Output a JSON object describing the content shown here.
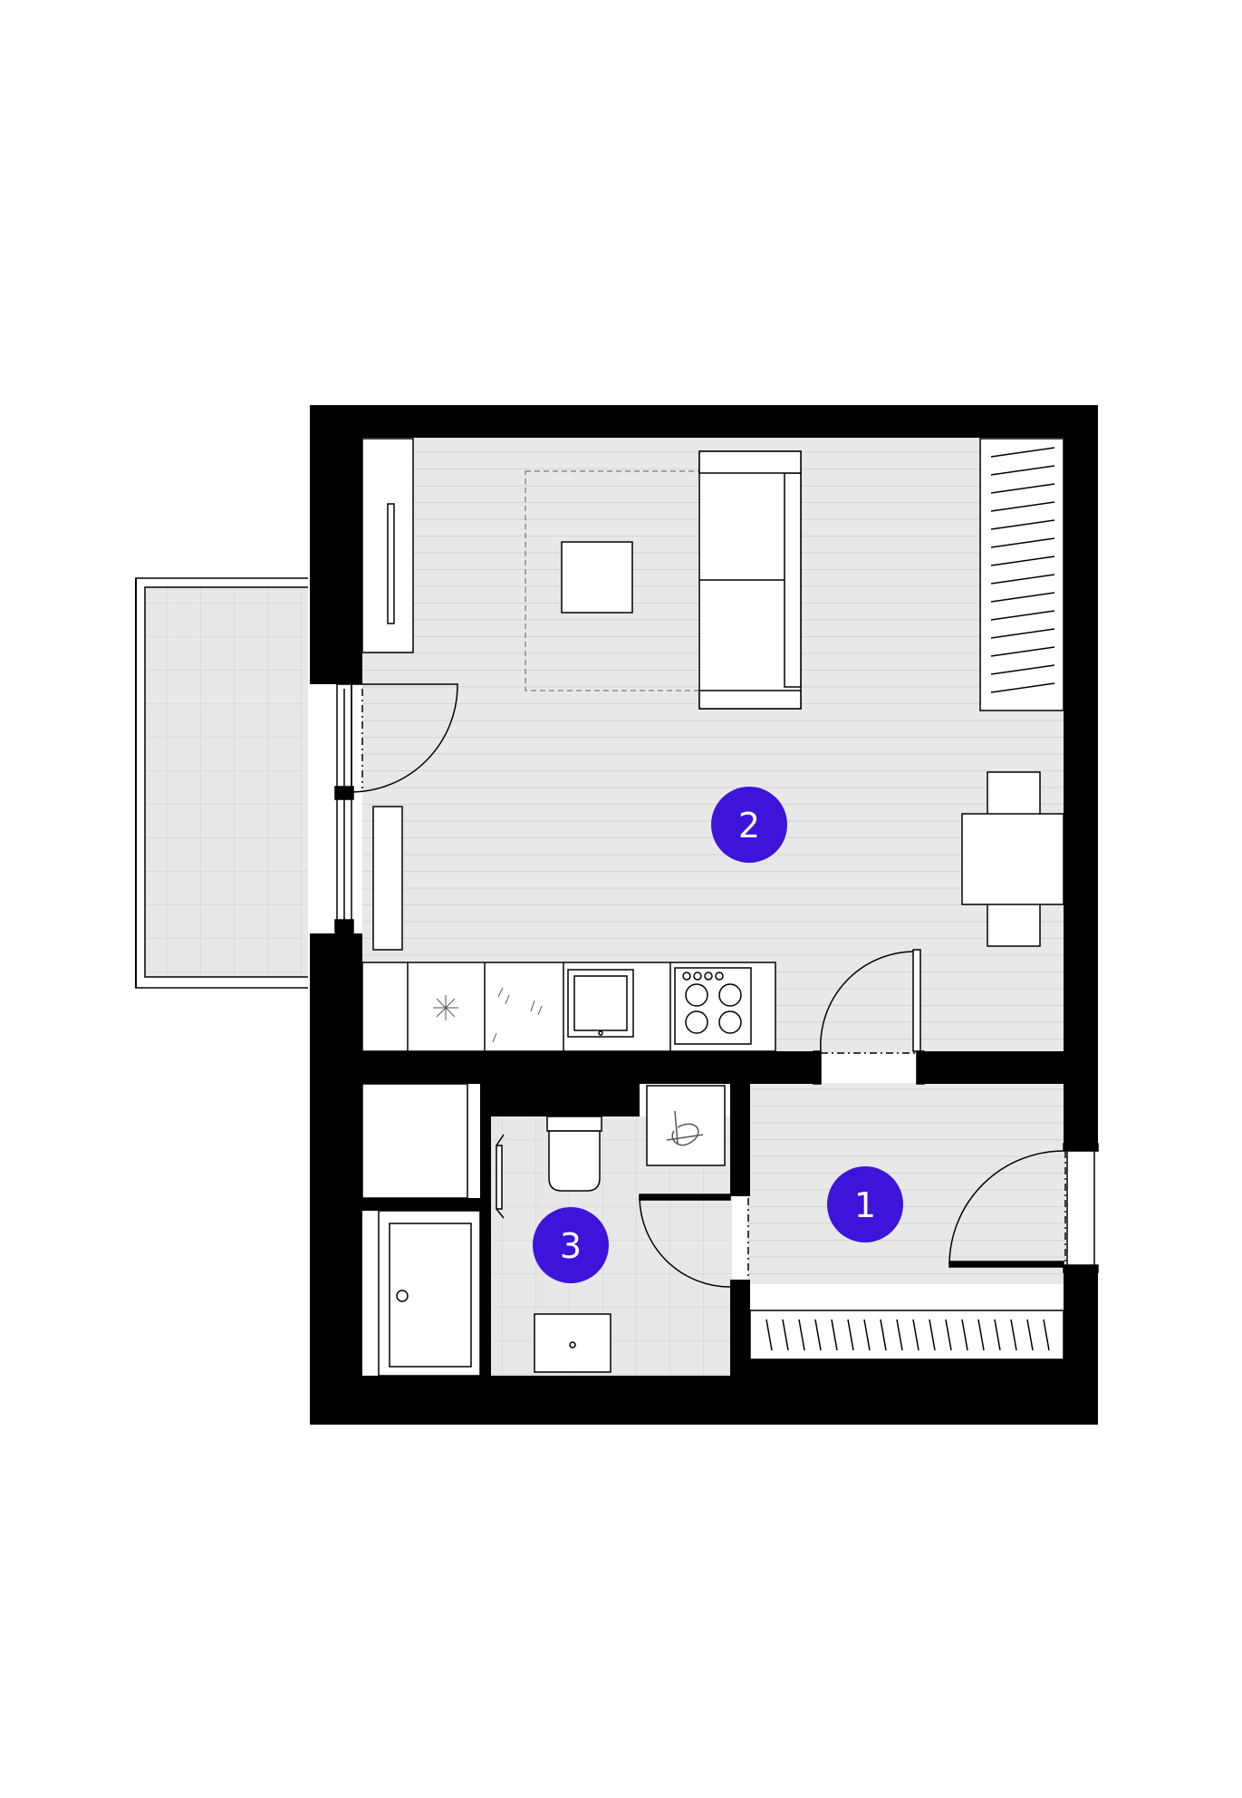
{
  "colors": {
    "wall": "#000000",
    "floor": "#e8e8e8",
    "floor_lines": "#d6d6d6",
    "tile_lines": "#d2d2d2",
    "background": "#ffffff",
    "marker": "#3d14d9",
    "marker_text": "#ffffff",
    "furniture": "#ffffff",
    "outline": "#000000"
  },
  "rooms": [
    {
      "id": "room-1",
      "number": "1"
    },
    {
      "id": "room-2",
      "number": "2"
    },
    {
      "id": "room-3",
      "number": "3"
    }
  ],
  "icons": [
    "door-swing-icon",
    "sofa-icon",
    "coffee-table-icon",
    "rug-icon",
    "wardrobe-icon",
    "dining-table-icon",
    "chair-icon",
    "sink-icon",
    "cooktop-icon",
    "toilet-icon",
    "washbasin-icon",
    "shower-tray-icon",
    "washing-machine-icon",
    "towel-rail-icon",
    "fridge-icon"
  ]
}
